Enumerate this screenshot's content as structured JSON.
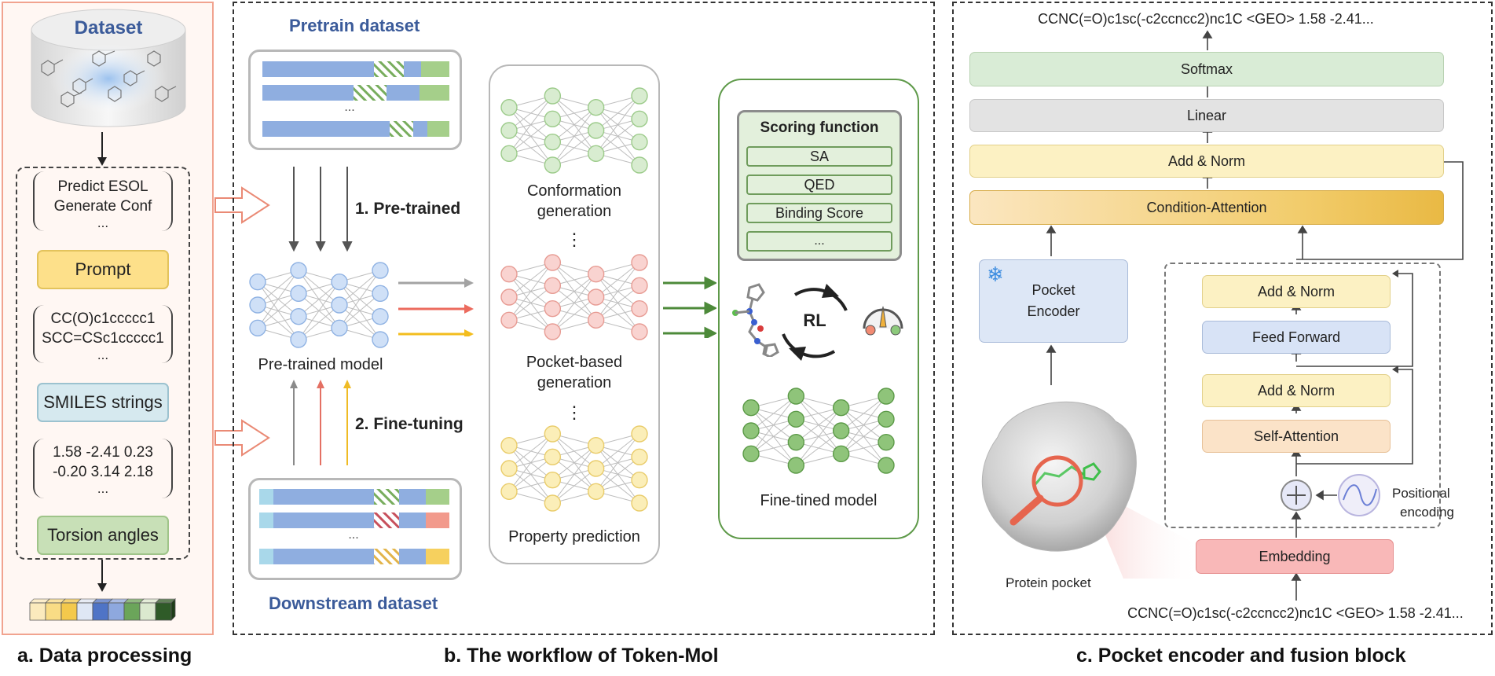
{
  "captions": {
    "a": "a. Data processing",
    "b": "b. The workflow of Token-Mol",
    "c": "c. Pocket encoder and fusion block"
  },
  "panel_a": {
    "dataset_label": "Dataset",
    "task_lines": [
      "Predict  ESOL",
      "Generate  Conf",
      "..."
    ],
    "prompt_label": "Prompt",
    "smiles_lines": [
      "CC(O)c1ccccc1",
      "SCC=CSc1ccccc1",
      "..."
    ],
    "smiles_label": "SMILES strings",
    "torsion_lines": [
      "1.58 -2.41 0.23",
      "-0.20 3.14 2.18",
      "..."
    ],
    "torsion_label": "Torsion angles",
    "token_colors": [
      "#fbeabd",
      "#f9dc85",
      "#f4c94c",
      "#dfe7f5",
      "#4f74c6",
      "#8ea8de",
      "#6ba55a",
      "#dbe9cf",
      "#2f5b28"
    ]
  },
  "panel_b": {
    "pretrain_title": "Pretrain dataset",
    "downstream_title": "Downstream dataset",
    "ellipsis": "...",
    "step1": "1. Pre-trained",
    "step2": "2. Fine-tuning",
    "pretrained_model": "Pre-trained model",
    "tasks": {
      "conformation": [
        "Conformation",
        "generation"
      ],
      "pocket": [
        "Pocket-based",
        "generation"
      ],
      "property": "Property prediction",
      "vdots": "⋮"
    },
    "scoring_title": "Scoring function",
    "scoring_items": [
      "SA",
      "QED",
      "Binding Score",
      "..."
    ],
    "rl_label": "RL",
    "finetuned_model": "Fine-tined model"
  },
  "panel_c": {
    "output_text": "CCNC(=O)c1sc(-c2ccncc2)nc1C <GEO> 1.58 -2.41...",
    "softmax": "Softmax",
    "linear": "Linear",
    "add_norm_top": "Add & Norm",
    "condition_attention": "Condition-Attention",
    "pocket_encoder": [
      "Pocket",
      "Encoder"
    ],
    "snowflake": "❄",
    "add_norm_1": "Add & Norm",
    "feed_forward": "Feed Forward",
    "add_norm_2": "Add & Norm",
    "self_attention": "Self-Attention",
    "positional_encoding": [
      "Positional",
      "encoding"
    ],
    "embedding": "Embedding",
    "protein_pocket": "Protein pocket",
    "input_text": "CCNC(=O)c1sc(-c2ccncc2)nc1C <GEO> 1.58 -2.41..."
  },
  "colors": {
    "panel_a_border": "#f1a38f",
    "panel_a_fill": "#fff7f3",
    "prompt": "#fde08a",
    "smiles": "#d6e9ef",
    "torsion": "#c8e0b7",
    "title_blue": "#3b5b9a",
    "green_frame": "#5f9a4a",
    "softmax": "#d9ecd6",
    "linear": "#e3e3e3",
    "add_norm": "#fcf1c3",
    "condition": "#f2cc6b",
    "pocket_enc": "#dde7f6",
    "feed_forward": "#d8e3f6",
    "self_attention": "#fbe3c8",
    "embedding": "#f9b8b8"
  }
}
